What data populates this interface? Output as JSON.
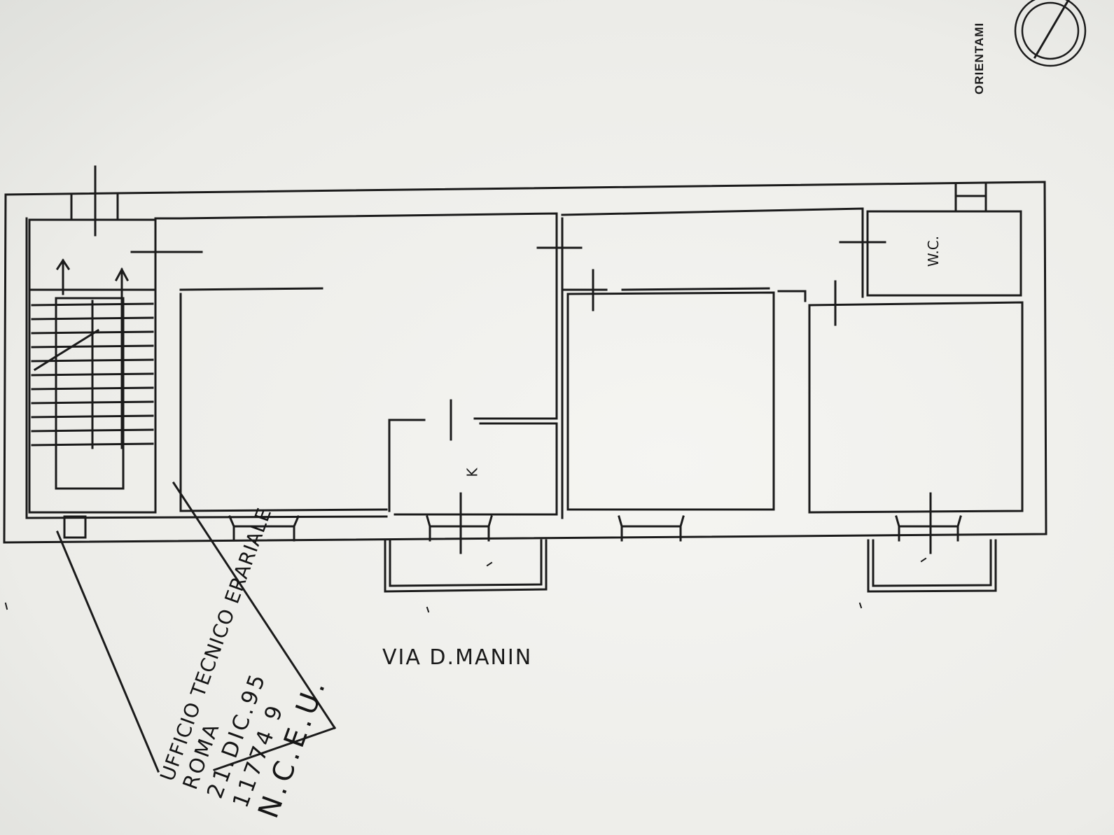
{
  "plan": {
    "street_label": "VIA D.MANIN",
    "orientation_label": "ORIENTAMI",
    "rooms": {
      "wc_label": "W.C.",
      "kitchen_label": "K"
    }
  },
  "stamp": {
    "line1": "UFFICIO TECNICO ERARIALE",
    "line2": "ROMA",
    "line3": "21.DIC.95",
    "line4": "11774 9",
    "line5": "N.C.E.U."
  },
  "colors": {
    "ink": "#1b1b1b",
    "paper": "#f2f2ef"
  }
}
